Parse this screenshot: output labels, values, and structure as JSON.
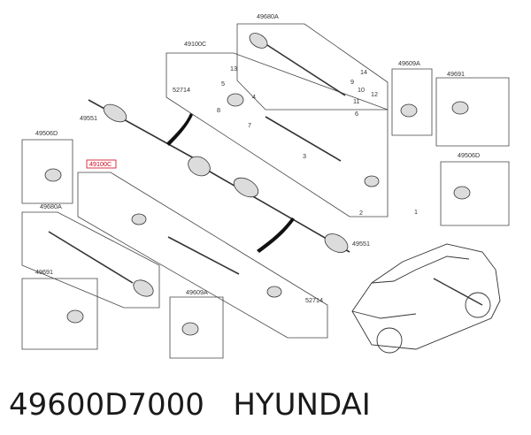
{
  "footer": {
    "part_number": "49600D7000",
    "brand": "HYUNDAI"
  },
  "callouts": {
    "top_kit_49680A": "49680A",
    "top_shaft_49100C": "49100C",
    "left_kit_49506D": "49506D",
    "highlighted_49100C": "49100C",
    "left_kit_49680A": "49680A",
    "left_kit_49691": "49691",
    "center_kit_49609A": "49609A",
    "right_kit_49609A": "49609A",
    "right_kit_49691": "49691",
    "right_kit_49506D": "49506D",
    "shaft_end_49551_top": "49551",
    "shaft_end_49551_bottom": "49551",
    "part_52714_top": "52714",
    "part_52714_bottom": "52714",
    "n1": "1",
    "n2": "2",
    "n3": "3",
    "n4": "4",
    "n5": "5",
    "n6": "6",
    "n7": "7",
    "n8": "8",
    "n9": "9",
    "n10": "10",
    "n11": "11",
    "n12": "12",
    "n13": "13",
    "n14": "14"
  }
}
